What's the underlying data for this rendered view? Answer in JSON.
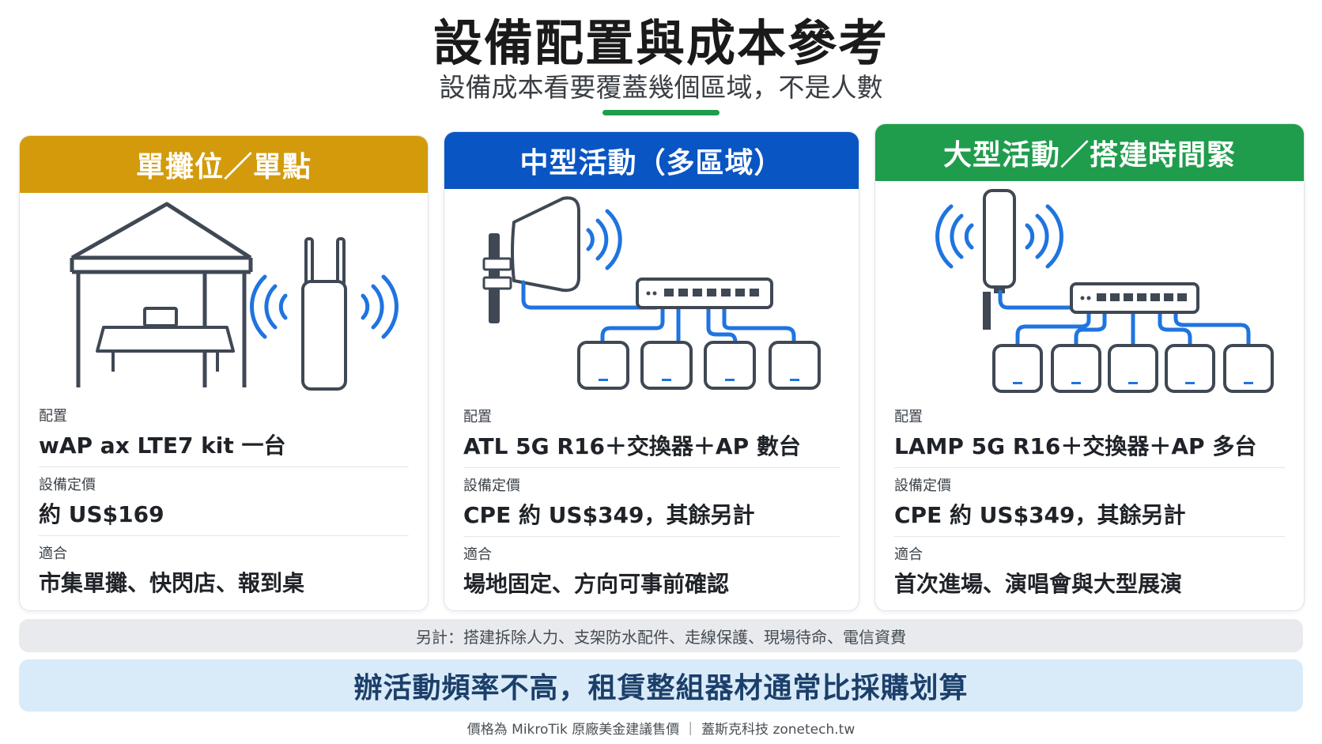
{
  "header": {
    "title": "設備配置與成本參考",
    "subtitle": "設備成本看要覆蓋幾個區域，不是人數"
  },
  "colors": {
    "accent_green": "#1f9d4c",
    "card1_head": "#d39b0c",
    "card2_head": "#0a55c4",
    "card3_head": "#1f9d4c",
    "wifi_blue": "#1f74e0",
    "device_outline": "#3f4854"
  },
  "cards": [
    {
      "title": "單攤位／單點",
      "illustration": [
        "tent-icon",
        "table-icon",
        "laptop-icon",
        "router-icon",
        "wifi-signal-icon"
      ],
      "config_label": "配置",
      "config_value": "wAP ax LTE7 kit 一台",
      "price_label": "設備定價",
      "price_value": "約 US$169",
      "fit_label": "適合",
      "fit_value": "市集單攤、快閃店、報到桌"
    },
    {
      "title": "中型活動（多區域）",
      "illustration": [
        "panel-antenna-icon",
        "mast-icon",
        "wifi-signal-icon",
        "switch-icon",
        "access-point-icon"
      ],
      "config_label": "配置",
      "config_value": "ATL 5G R16＋交換器＋AP 數台",
      "price_label": "設備定價",
      "price_value": "CPE 約 US$349，其餘另計",
      "fit_label": "適合",
      "fit_value": "場地固定、方向可事前確認"
    },
    {
      "title": "大型活動／搭建時間緊",
      "illustration": [
        "omni-cpe-icon",
        "wifi-signal-icon",
        "switch-icon",
        "access-point-icon"
      ],
      "config_label": "配置",
      "config_value": "LAMP 5G R16＋交換器＋AP 多台",
      "price_label": "設備定價",
      "price_value": "CPE 約 US$349，其餘另計",
      "fit_label": "適合",
      "fit_value": "首次進場、演唱會與大型展演"
    }
  ],
  "note": "另計：搭建拆除人力、支架防水配件、走線保護、現場待命、電信資費",
  "banner": "辦活動頻率不高，租賃整組器材通常比採購划算",
  "footer": "價格為 MikroTik 原廠美金建議售價 ｜ 蓋斯克科技 zonetech.tw"
}
